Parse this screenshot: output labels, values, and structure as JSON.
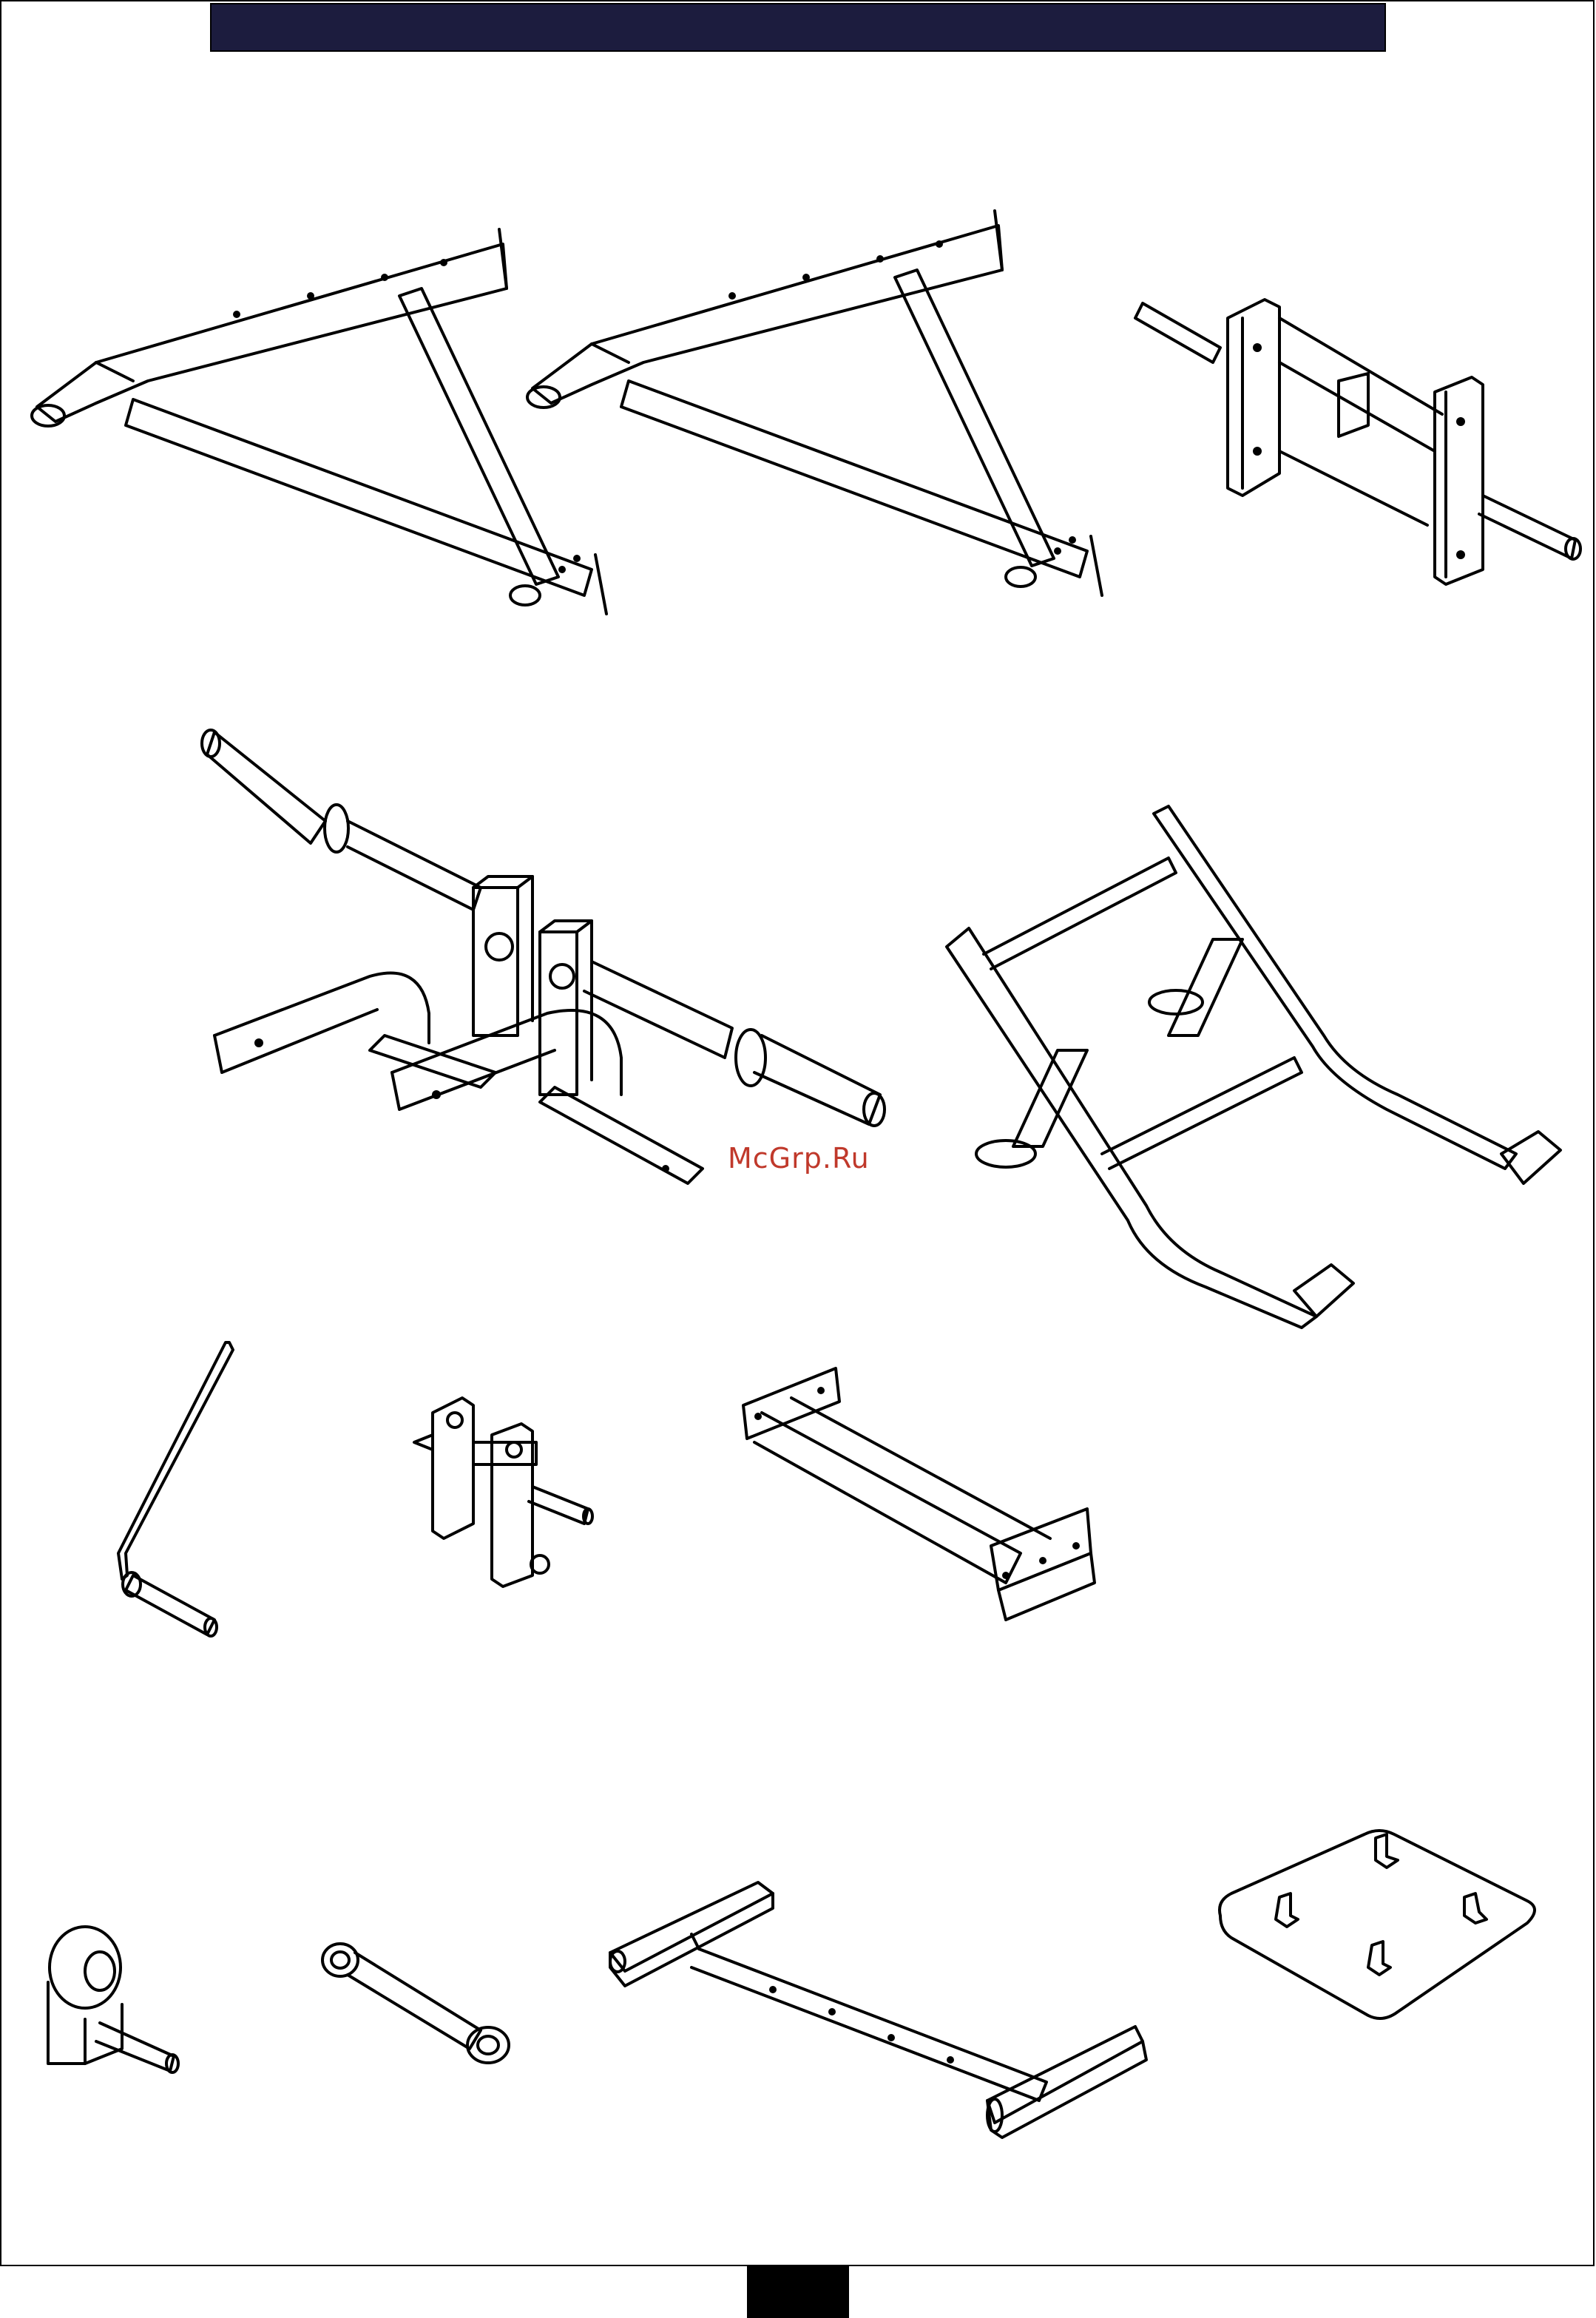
{
  "watermark": {
    "text": "McGrp.Ru",
    "color": "#c0392b"
  },
  "header_bar": {
    "color": "#1c1c3e"
  },
  "page_tab": {
    "color": "#000000"
  },
  "parts": [
    {
      "id": "left-upper-frame",
      "icon": "frame-triangle-icon"
    },
    {
      "id": "right-upper-frame",
      "icon": "frame-triangle-icon"
    },
    {
      "id": "pivot-carriage",
      "icon": "carriage-block-icon"
    },
    {
      "id": "handle-bar-assembly",
      "icon": "handlebar-icon"
    },
    {
      "id": "base-frame",
      "icon": "base-frame-icon"
    },
    {
      "id": "crank-pin",
      "icon": "crank-pin-icon"
    },
    {
      "id": "small-bracket",
      "icon": "bracket-icon"
    },
    {
      "id": "cross-beam",
      "icon": "beam-icon"
    },
    {
      "id": "bushing-mount",
      "icon": "bushing-icon"
    },
    {
      "id": "link-arm",
      "icon": "link-arm-icon"
    },
    {
      "id": "stabilizer-bar",
      "icon": "stabilizer-icon"
    },
    {
      "id": "floor-plate",
      "icon": "plate-icon"
    }
  ]
}
